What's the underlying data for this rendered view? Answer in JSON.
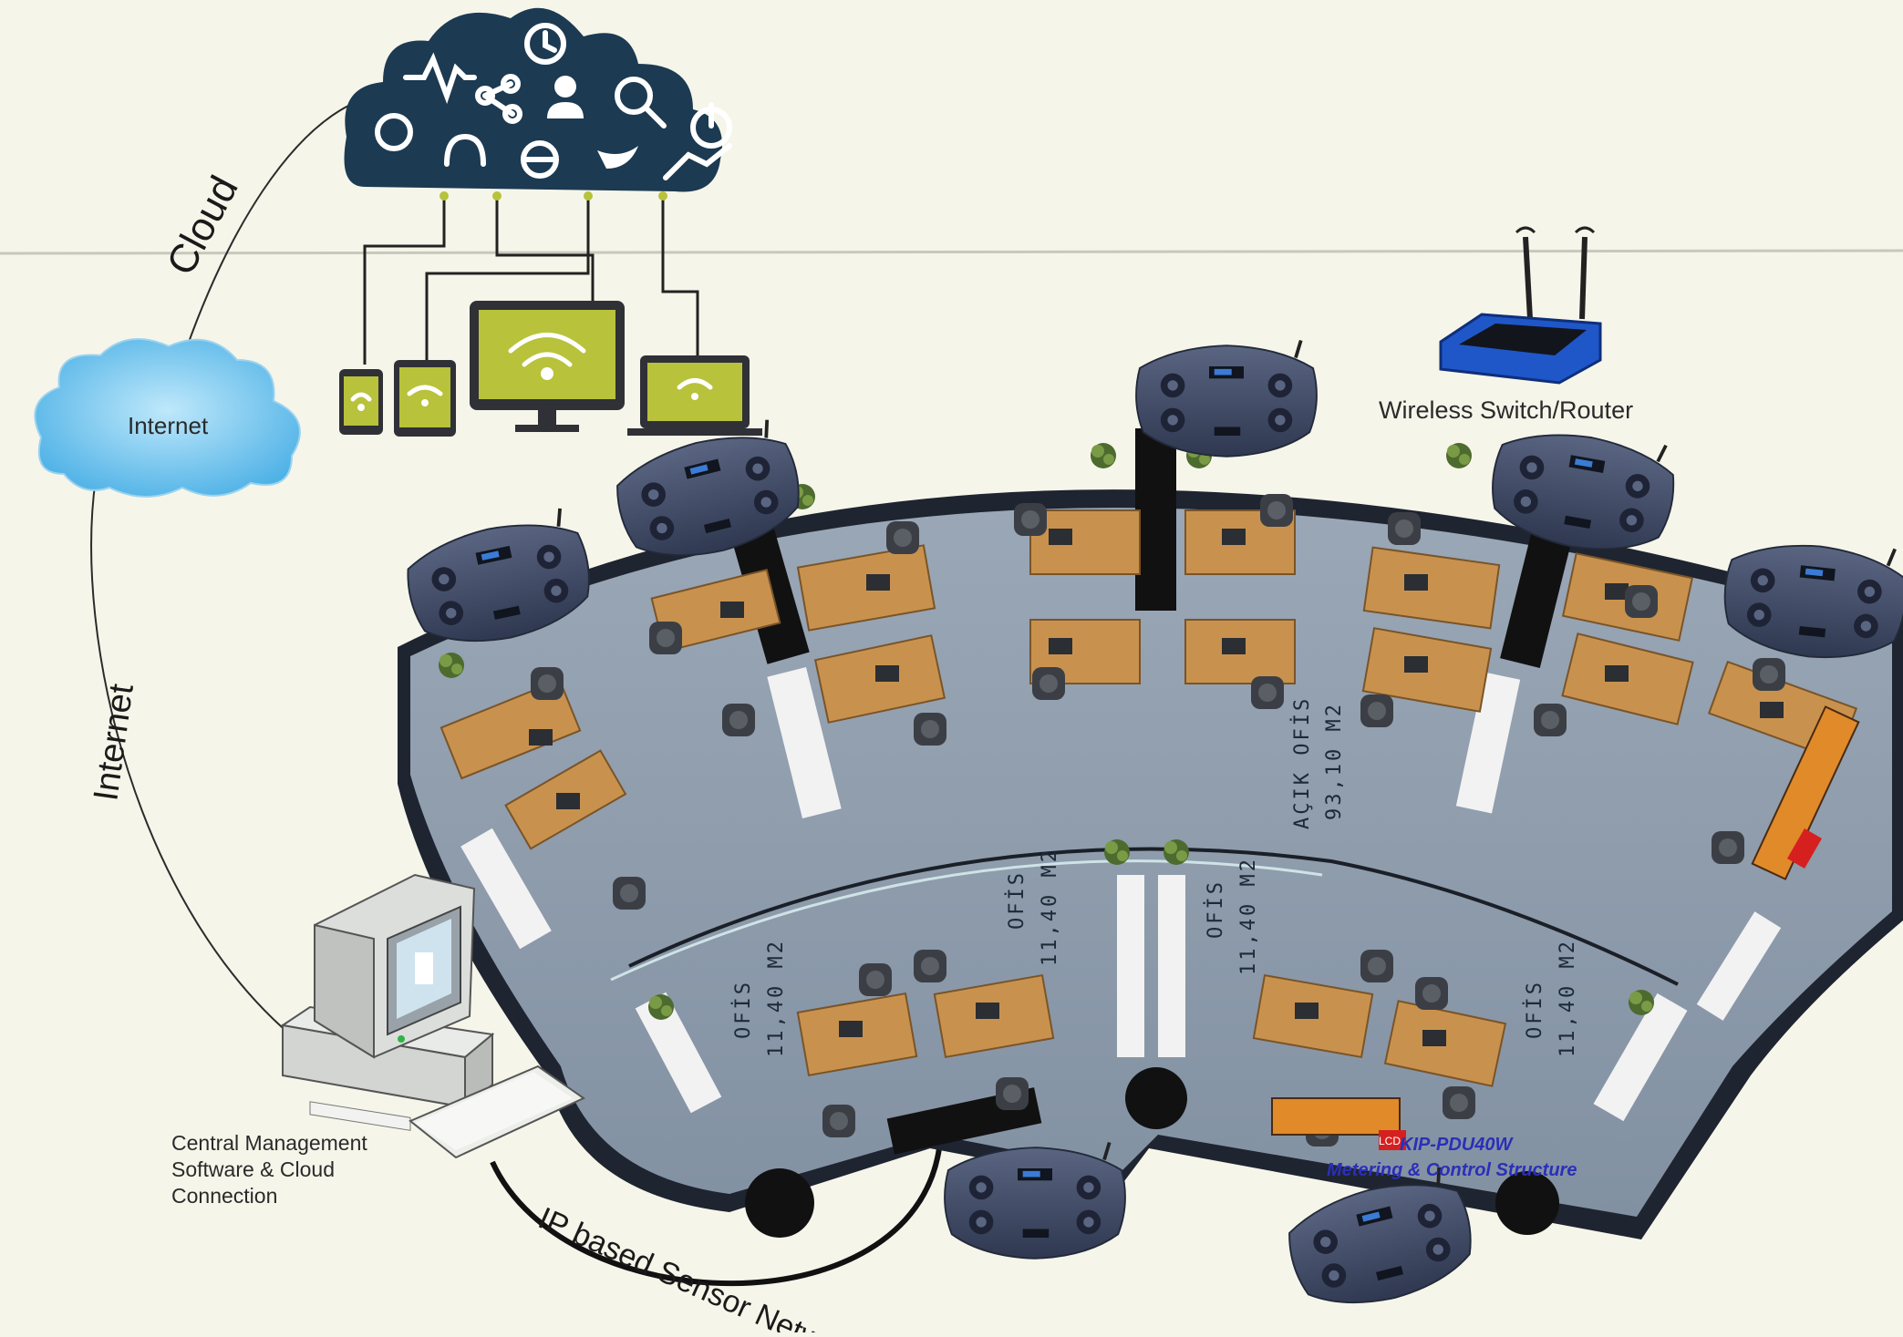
{
  "labels": {
    "cloud": "Cloud",
    "internet_cloud": "Internet",
    "internet_line": "Internet",
    "router": "Wireless Switch/Router",
    "central_line1": "Central Management",
    "central_line2": "Software & Cloud",
    "central_line3": "Connection",
    "sensor_network": "IP based Sensor Network",
    "kip_model": "KIP-PDU40W",
    "kip_desc": "Metering & Control Structure",
    "lcd": "LCD"
  },
  "rooms": {
    "open_office_name": "AÇIK OFİS",
    "open_office_area": "93,10 M2",
    "office_name": "OFİS",
    "office_area": "11,40 M2"
  },
  "cloud_icons": [
    "heartbeat-icon",
    "clock-icon",
    "gear-icon",
    "share-icon",
    "user-icon",
    "search-icon",
    "power-icon",
    "headphones-icon",
    "globe-icon",
    "twitter-icon",
    "trend-icon"
  ],
  "colors": {
    "cloud_fill": "#1c3a52",
    "device_screen": "#b8c23a",
    "floor": "#8d9bab",
    "desk": "#c8924e",
    "pdu_body": "#4a5470",
    "router_blue": "#1f57c9"
  }
}
